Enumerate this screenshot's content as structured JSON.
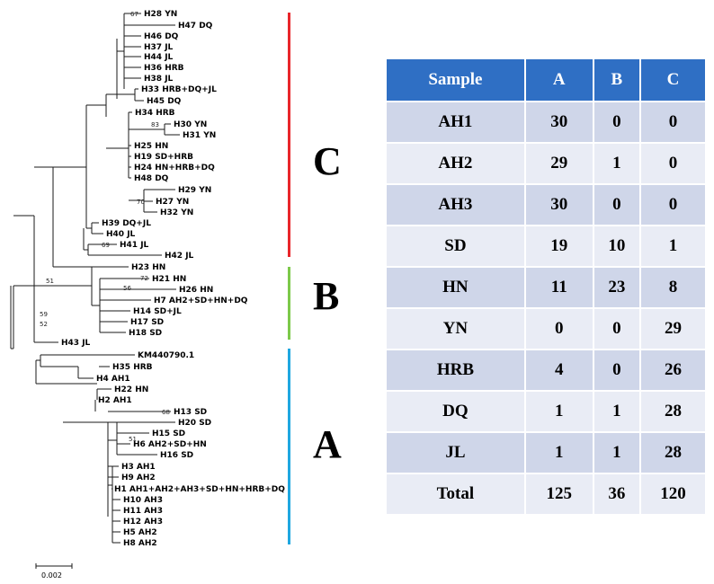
{
  "tree": {
    "leaves": [
      "H28 YN",
      "H47 DQ",
      "H46 DQ",
      "H37 JL",
      "H44 JL",
      "H36 HRB",
      "H38 JL",
      "H33 HRB+DQ+JL",
      "H45 DQ",
      "H34 HRB",
      "H30 YN",
      "H31 YN",
      "H25 HN",
      "H19 SD+HRB",
      "H24 HN+HRB+DQ",
      "H48 DQ",
      "H29 YN",
      "H27 YN",
      "H32 YN",
      "H39 DQ+JL",
      "H40 JL",
      "H41 JL",
      "H42 JL",
      "H23 HN",
      "H21 HN",
      "H26 HN",
      "H7 AH2+SD+HN+DQ",
      "H14 SD+JL",
      "H17 SD",
      "H18 SD",
      "H43 JL",
      "KM440790.1",
      "H35 HRB",
      "H4 AH1",
      "H22 HN",
      "H2 AH1",
      "H13 SD",
      "H20 SD",
      "H15 SD",
      "H6 AH2+SD+HN",
      "H16 SD",
      "H3 AH1",
      "H9 AH2",
      "H1 AH1+AH2+AH3+SD+HN+HRB+DQ",
      "H10 AH3",
      "H11 AH3",
      "H12 AH3",
      "H5 AH2",
      "H8 AH2"
    ],
    "bootstrap": [
      "67",
      "83",
      "70",
      "69",
      "51",
      "72",
      "56",
      "59",
      "52",
      "68",
      "51"
    ],
    "scale_label": "0.002",
    "clades": [
      {
        "label": "C",
        "color": "#e8262b"
      },
      {
        "label": "B",
        "color": "#7cc94a"
      },
      {
        "label": "A",
        "color": "#1fa7e0"
      }
    ]
  },
  "table": {
    "headers": [
      "Sample",
      "A",
      "B",
      "C"
    ],
    "rows": [
      [
        "AH1",
        "30",
        "0",
        "0"
      ],
      [
        "AH2",
        "29",
        "1",
        "0"
      ],
      [
        "AH3",
        "30",
        "0",
        "0"
      ],
      [
        "SD",
        "19",
        "10",
        "1"
      ],
      [
        "HN",
        "11",
        "23",
        "8"
      ],
      [
        "YN",
        "0",
        "0",
        "29"
      ],
      [
        "HRB",
        "4",
        "0",
        "26"
      ],
      [
        "DQ",
        "1",
        "1",
        "28"
      ],
      [
        "JL",
        "1",
        "1",
        "28"
      ]
    ],
    "total": [
      "Total",
      "125",
      "36",
      "120"
    ]
  }
}
